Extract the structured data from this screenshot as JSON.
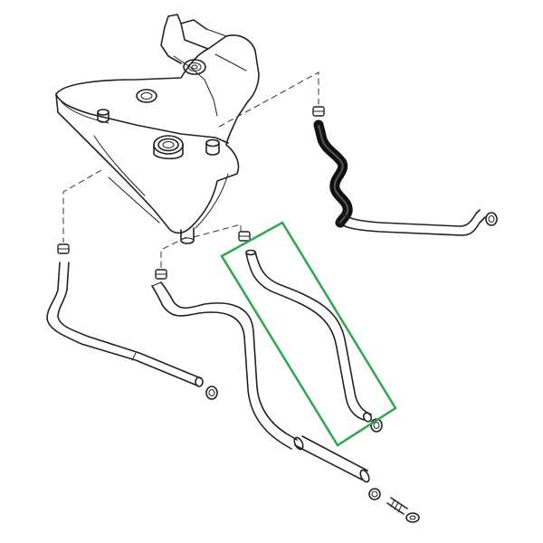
{
  "diagram": {
    "type": "exploded-parts-diagram",
    "colors": {
      "background": "#ffffff",
      "line": "#222222",
      "highlight": "#2ea84a",
      "hose_dark": "#111111"
    },
    "parts": [
      {
        "name": "expansion-tank"
      },
      {
        "name": "pressure-cap"
      },
      {
        "name": "top-right-hose"
      },
      {
        "name": "left-hose"
      },
      {
        "name": "center-hose"
      },
      {
        "name": "highlighted-hose",
        "selected": true
      },
      {
        "name": "bleed-valve"
      },
      {
        "name": "hose-clips"
      }
    ]
  }
}
